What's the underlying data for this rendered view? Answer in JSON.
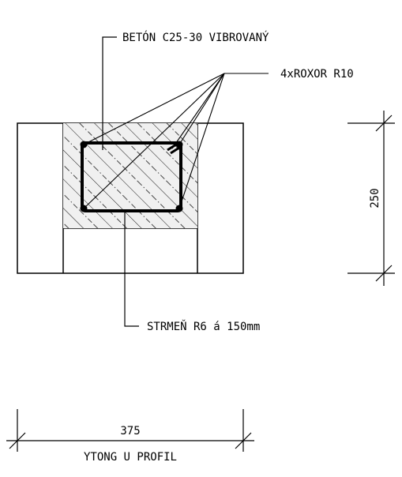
{
  "labels": {
    "concrete": "BETÓN C25-30 VIBROVANÝ",
    "rebar": "4xROXOR R10",
    "stirrup": "STRMEŇ R6 á 150mm",
    "height_dim": "250",
    "width_dim": "375",
    "profile": "YTONG U PROFIL"
  },
  "colors": {
    "line": "#000000",
    "concrete_fill": "#f0f0f0",
    "background": "#ffffff"
  }
}
